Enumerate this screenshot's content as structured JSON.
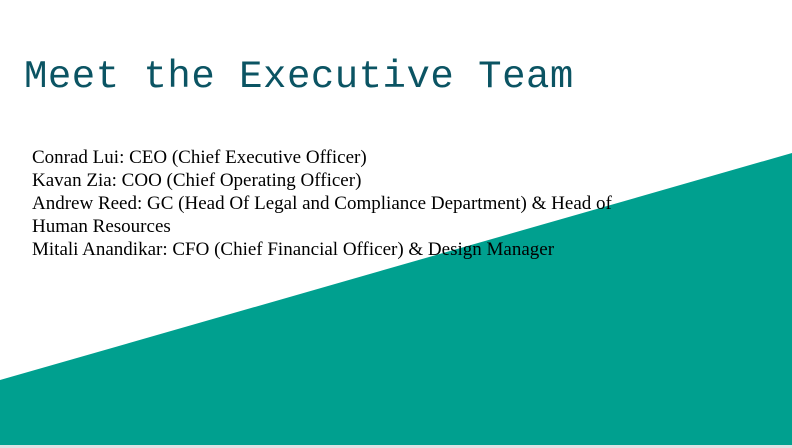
{
  "slide": {
    "title": "Meet the Executive Team",
    "team": [
      "Conrad Lui: CEO (Chief Executive Officer)",
      "Kavan Zia: COO  (Chief Operating Officer)",
      "Andrew Reed: GC (Head Of Legal and Compliance Department) & Head of Human Resources",
      "Mitali Anandikar: CFO (Chief Financial Officer) & Design Manager"
    ]
  },
  "colors": {
    "accent": "#00a08f",
    "title": "#0b5463",
    "text": "#000000",
    "background": "#ffffff"
  }
}
